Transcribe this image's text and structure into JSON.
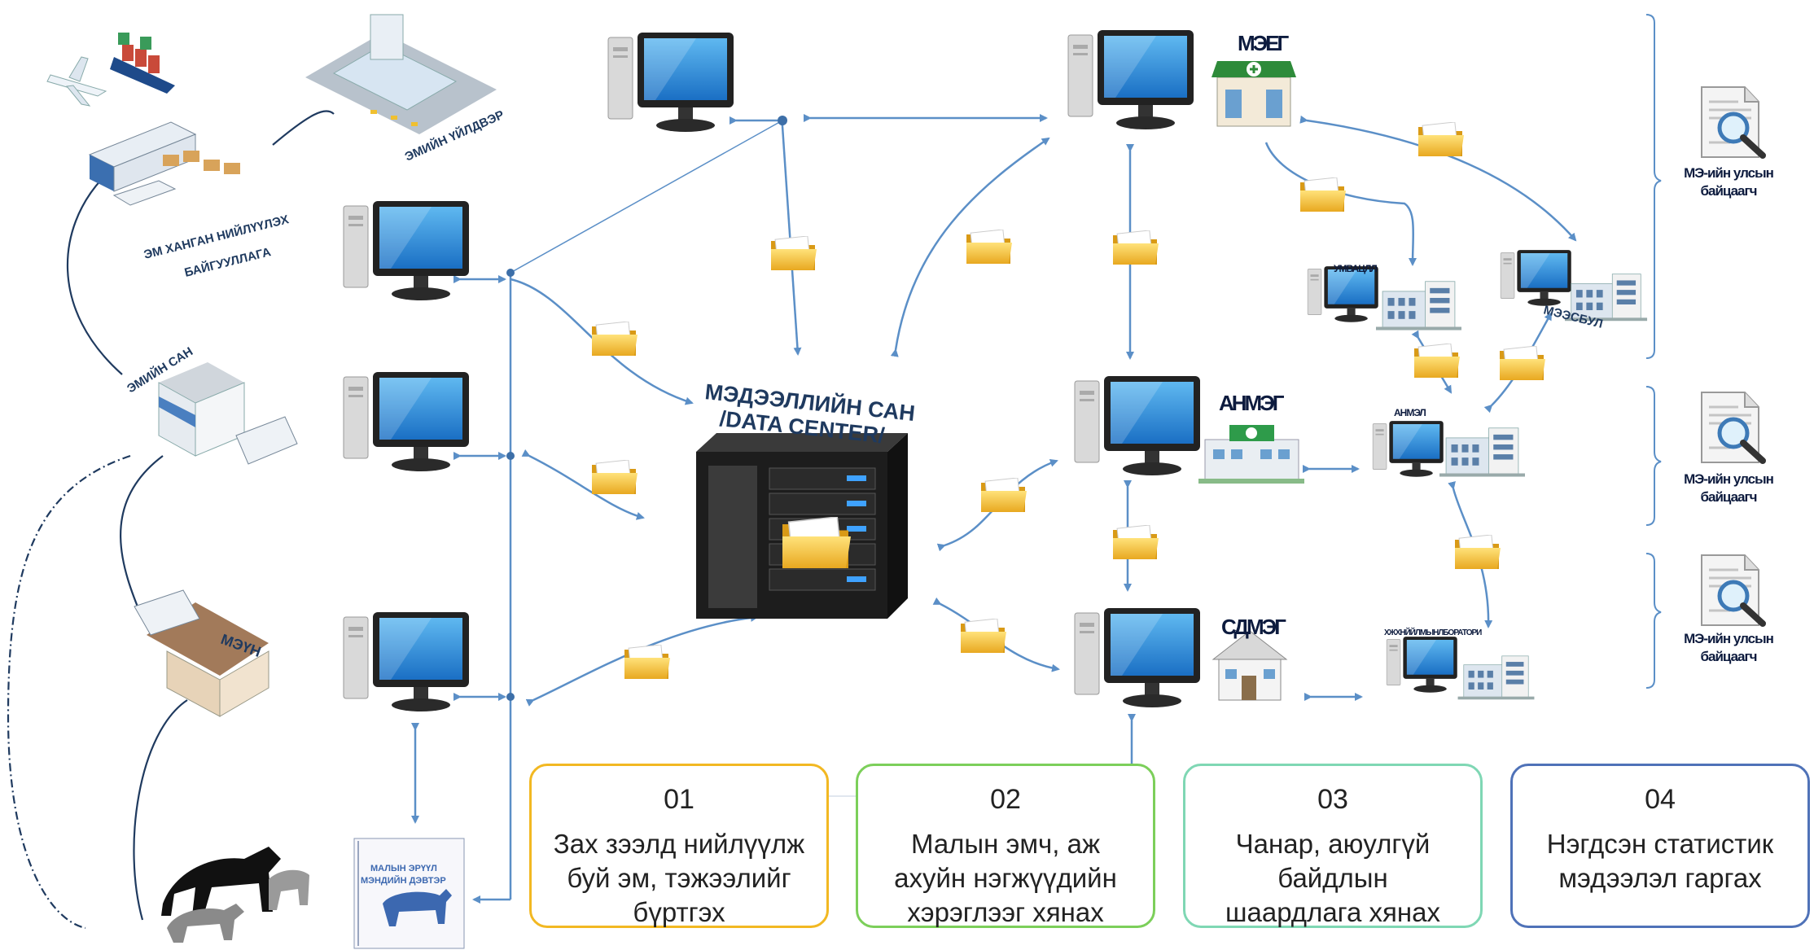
{
  "labels": {
    "factory": "ЭМИЙН ҮЙЛДВЭР",
    "importer": "ЭМ ХАНГАН НИЙЛҮҮЛЭХ\nБАЙГУУЛЛАГА",
    "pharmacy": "ЭМИЙН САН",
    "vet_unit": "МЭҮН",
    "data_center_line1": "МЭДЭЭЛЛИЙН САН",
    "data_center_line2": "/DATA CENTER/",
    "meeg": "МЭЕГ",
    "anmeg": "АНМЭГ",
    "sdmeg": "СДМЭГ",
    "umvatsl": "УМВАЦЛЛ",
    "meesbul": "МЭЭСБУЛ",
    "anmel": "АНМЭЛ",
    "hkl": "ХЖХНЙЙЛМЫНЛБОРАТОРИ",
    "notebook_line1": "МАЛЫН ЭРҮҮЛ",
    "notebook_line2": "МЭНДИЙН ДЭВТЭР"
  },
  "inspectors": [
    {
      "line1": "МЭ-ийн улсын",
      "line2": "байцаагч"
    },
    {
      "line1": "МЭ-ийн улсын",
      "line2": "байцаагч"
    },
    {
      "line1": "МЭ-ийн улсын",
      "line2": "байцаагч"
    }
  ],
  "cards": [
    {
      "num": "01",
      "text": "Зах зээлд нийлүүлж\nбуй эм, тэжээлийг\nбүртгэх",
      "color": "#f2b822"
    },
    {
      "num": "02",
      "text": "Малын эмч, аж\nахуйн нэгжүүдийн\nхэрэглээг хянах",
      "color": "#7ccf5a"
    },
    {
      "num": "03",
      "text": "Чанар, аюулгүй\nбайдлын\nшаардлага хянах",
      "color": "#7fd7b4"
    },
    {
      "num": "04",
      "text": "Нэгдсэн статистик\nмэдээлэл гаргах",
      "color": "#4f72b8"
    }
  ],
  "colors": {
    "arrow": "#5b8fc7",
    "folder": "#f5c542",
    "text_dark": "#1f3a5f"
  }
}
